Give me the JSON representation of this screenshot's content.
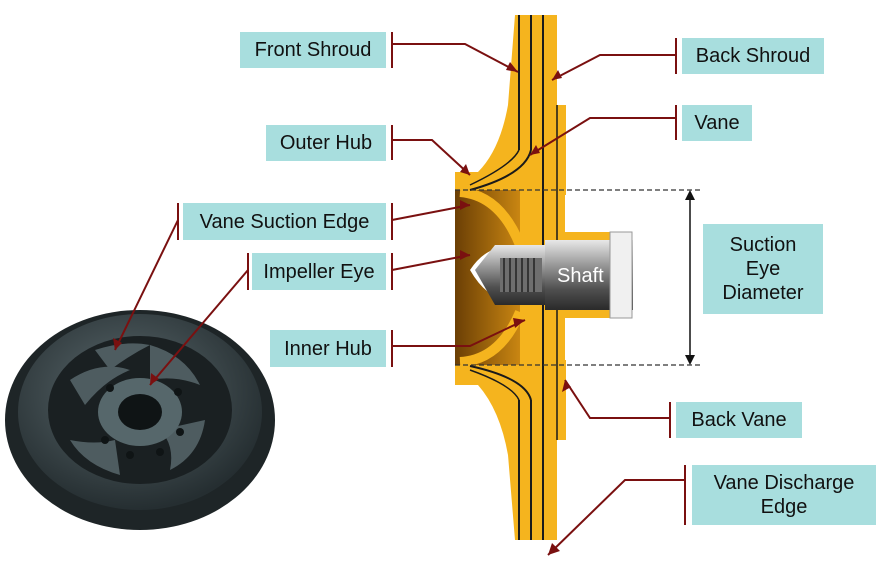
{
  "labels": {
    "front_shroud": "Front Shroud",
    "back_shroud": "Back Shroud",
    "outer_hub": "Outer Hub",
    "vane": "Vane",
    "vane_suction_edge": "Vane Suction Edge",
    "impeller_eye": "Impeller Eye",
    "inner_hub": "Inner Hub",
    "suction_eye_diameter": "Suction Eye Diameter",
    "back_vane": "Back Vane",
    "vane_discharge_edge": "Vane Discharge Edge",
    "shaft": "Shaft"
  },
  "colors": {
    "label_bg": "#a8dede",
    "impeller_body": "#f5b41e",
    "impeller_dark": "#c27a08",
    "leader_line": "#7a1010",
    "shaft": "#8a8a8a",
    "photo_casting": "#3d4a4e"
  }
}
